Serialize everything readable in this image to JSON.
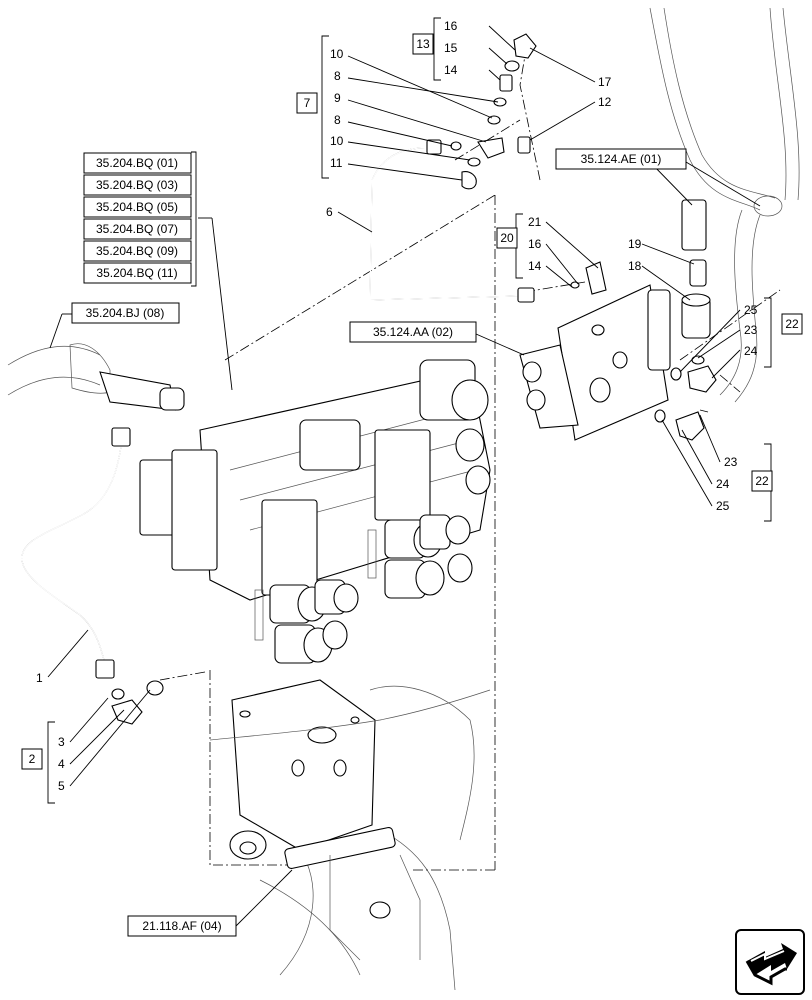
{
  "refs": {
    "bq01": "35.204.BQ (01)",
    "bq03": "35.204.BQ (03)",
    "bq05": "35.204.BQ (05)",
    "bq07": "35.204.BQ (07)",
    "bq09": "35.204.BQ (09)",
    "bq11": "35.204.BQ (11)",
    "bj08": "35.204.BJ (08)",
    "ae01": "35.124.AE (01)",
    "aa02": "35.124.AA (02)",
    "af04": "21.118.AF (04)"
  },
  "groups": {
    "g13": "13",
    "g7": "7",
    "g20": "20",
    "g22a": "22",
    "g22b": "22",
    "g2": "2"
  },
  "labels": {
    "n16a": "16",
    "n15": "15",
    "n14a": "14",
    "n17": "17",
    "n10a": "10",
    "n8a": "8",
    "n9": "9",
    "n8b": "8",
    "n10b": "10",
    "n11": "11",
    "n12": "12",
    "n6": "6",
    "n21": "21",
    "n16b": "16",
    "n14b": "14",
    "n19": "19",
    "n18": "18",
    "n25a": "25",
    "n23a": "23",
    "n24a": "24",
    "n23b": "23",
    "n24b": "24",
    "n25b": "25",
    "n1": "1",
    "n3": "3",
    "n4": "4",
    "n5": "5"
  },
  "icons": {
    "nav": "next-page-arrow-icon"
  }
}
